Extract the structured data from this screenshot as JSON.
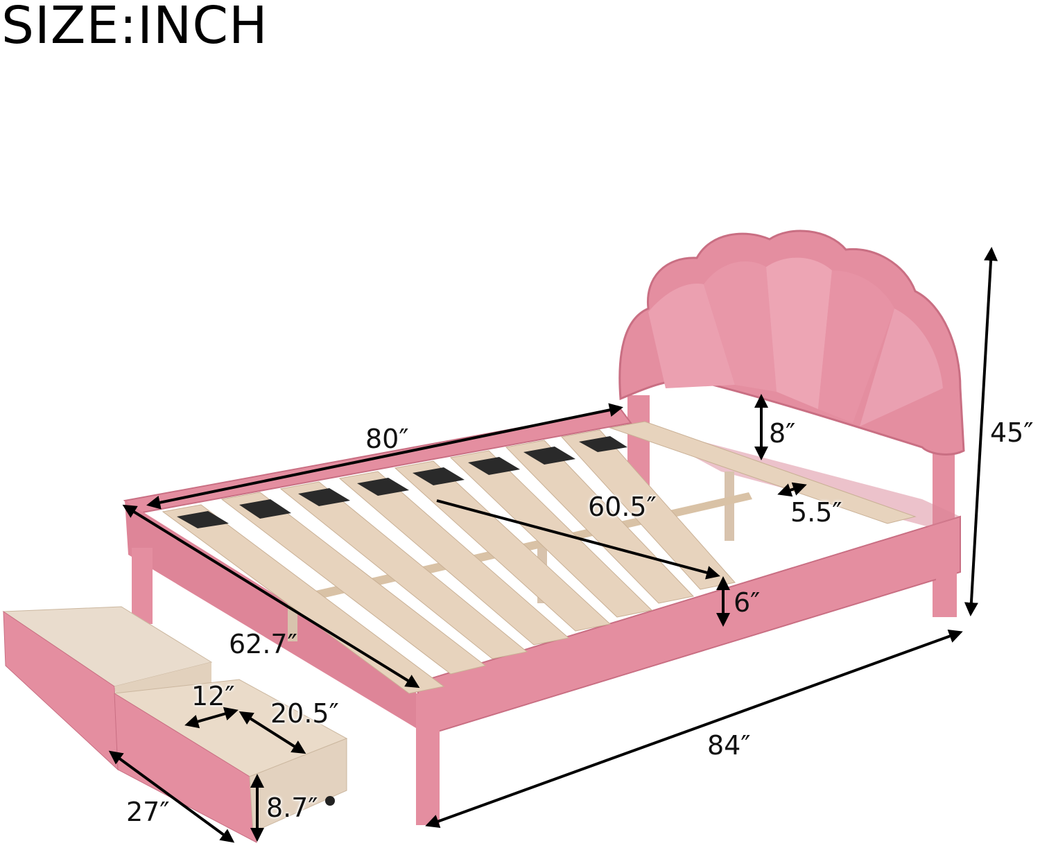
{
  "title": "SIZE:INCH",
  "colors": {
    "upholstery": "#e48ea0",
    "upholstery_dark": "#c96f83",
    "upholstery_light": "#f0aab8",
    "wood": "#e7d3bd",
    "wood_dark": "#c9b095",
    "slat_gap": "#2a2a2a",
    "arrow": "#000000"
  },
  "dimensions": {
    "frame_length_inner": "80″",
    "slat_length": "60.5″",
    "headboard_clearance": "8″",
    "slat_spacing": "5.5″",
    "overall_height": "45″",
    "side_rail_height": "6″",
    "overall_width": "62.7″",
    "overall_length": "84″",
    "drawer_inner_width": "12″",
    "drawer_inner_depth": "20.5″",
    "drawer_length": "27″",
    "drawer_height": "8.7″"
  }
}
